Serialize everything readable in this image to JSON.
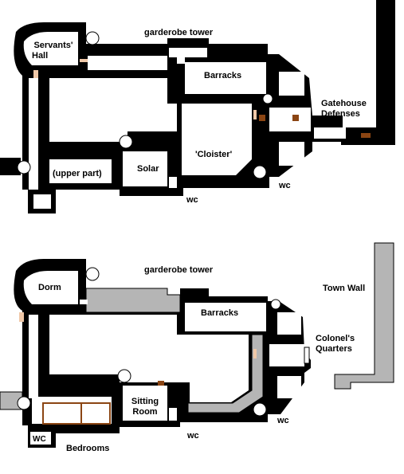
{
  "plans": [
    {
      "id": "upper-floor",
      "labels": {
        "servants_hall_1": "Servants'",
        "servants_hall_2": "Hall",
        "garderobe_tower": "garderobe tower",
        "barracks": "Barracks",
        "gatehouse_1": "Gatehouse",
        "gatehouse_2": "Defenses",
        "cloister": "'Cloister'",
        "upper_part": "(upper part)",
        "solar": "Solar",
        "wc_a": "wc",
        "wc_b": "wc"
      }
    },
    {
      "id": "lower-floor",
      "labels": {
        "dorm": "Dorm",
        "garderobe_tower": "garderobe tower",
        "town_wall": "Town Wall",
        "barracks": "Barracks",
        "colonels_1": "Colonel's",
        "colonels_2": "Quarters",
        "sitting_1": "Sitting",
        "sitting_2": "Room",
        "wc_upper": "WC",
        "wc_a": "wc",
        "wc_b": "wc",
        "bedrooms": "Bedrooms"
      }
    }
  ],
  "colors": {
    "wall": "#000000",
    "floor": "#ffffff",
    "wallwalk": "#b5b5b5",
    "doorway": "#f0c8a8",
    "furniture": "#8b4513"
  }
}
